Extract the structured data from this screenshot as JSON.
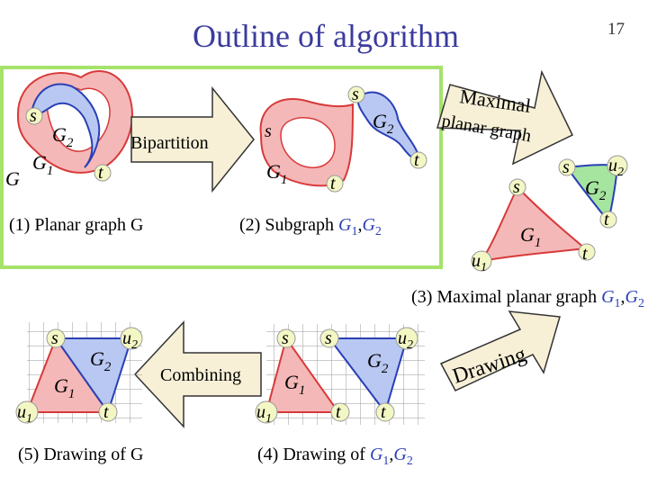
{
  "title": "Outline of algorithm",
  "page_number": "17",
  "colors": {
    "title": "#3b3b9e",
    "highlight_box": "#a6e36a",
    "region_red": "#f5b8b8",
    "region_red_edge": "#d83a3a",
    "region_blue": "#b9c8f2",
    "region_blue_edge": "#2a3fb5",
    "region_green": "#a5e59f",
    "arrow_fill": "#f7f0d7",
    "grid": "#9a9a9a",
    "node_fill": "#f3f7c4",
    "label_blue": "#2a3fb5"
  },
  "step1": {
    "caption": "(1) Planar graph G",
    "labels": {
      "s": "s",
      "g2": "G",
      "g2_sub": "2",
      "g1": "G",
      "g1_sub": "1",
      "t": "t",
      "g": "G"
    }
  },
  "arrow_bipartition": {
    "label": "Bipartition"
  },
  "step2": {
    "caption_prefix": "(2) Subgraph ",
    "caption_g1": "G",
    "caption_g1_sub": "1",
    "caption_comma": ",",
    "caption_g2": "G",
    "caption_g2_sub": "2",
    "labels": {
      "s_left": "s",
      "s_top": "s",
      "g2": "G",
      "g2_sub": "2",
      "g1": "G",
      "g1_sub": "1",
      "t_mid": "t",
      "t_right": "t"
    }
  },
  "arrow_maximal": {
    "label_line1": "Maximal",
    "label_line2": "planar graph"
  },
  "step3": {
    "caption_prefix": "(3) Maximal planar graph ",
    "caption_g1": "G",
    "caption_g1_sub": "1",
    "caption_comma": ",",
    "caption_g2": "G",
    "caption_g2_sub": "2",
    "labels": {
      "s_left": "s",
      "s_right": "s",
      "u1": "u",
      "u1_sub": "1",
      "u2": "u",
      "u2_sub": "2",
      "g1": "G",
      "g1_sub": "1",
      "g2": "G",
      "g2_sub": "2",
      "t_left": "t",
      "t_right": "t"
    }
  },
  "arrow_drawing": {
    "label": "Drawing"
  },
  "step4": {
    "caption_prefix": "(4) Drawing of ",
    "caption_g1": "G",
    "caption_g1_sub": "1",
    "caption_comma": ",",
    "caption_g2": "G",
    "caption_g2_sub": "2",
    "labels": {
      "s1": "s",
      "s2": "s",
      "u1": "u",
      "u1_sub": "1",
      "u2": "u",
      "u2_sub": "2",
      "g1": "G",
      "g1_sub": "1",
      "g2": "G",
      "g2_sub": "2",
      "t1": "t",
      "t2": "t"
    }
  },
  "arrow_combining": {
    "label": "Combining"
  },
  "step5": {
    "caption": "(5) Drawing of G",
    "labels": {
      "s": "s",
      "u1": "u",
      "u1_sub": "1",
      "u2": "u",
      "u2_sub": "2",
      "g1": "G",
      "g1_sub": "1",
      "g2": "G",
      "g2_sub": "2",
      "t": "t"
    }
  }
}
